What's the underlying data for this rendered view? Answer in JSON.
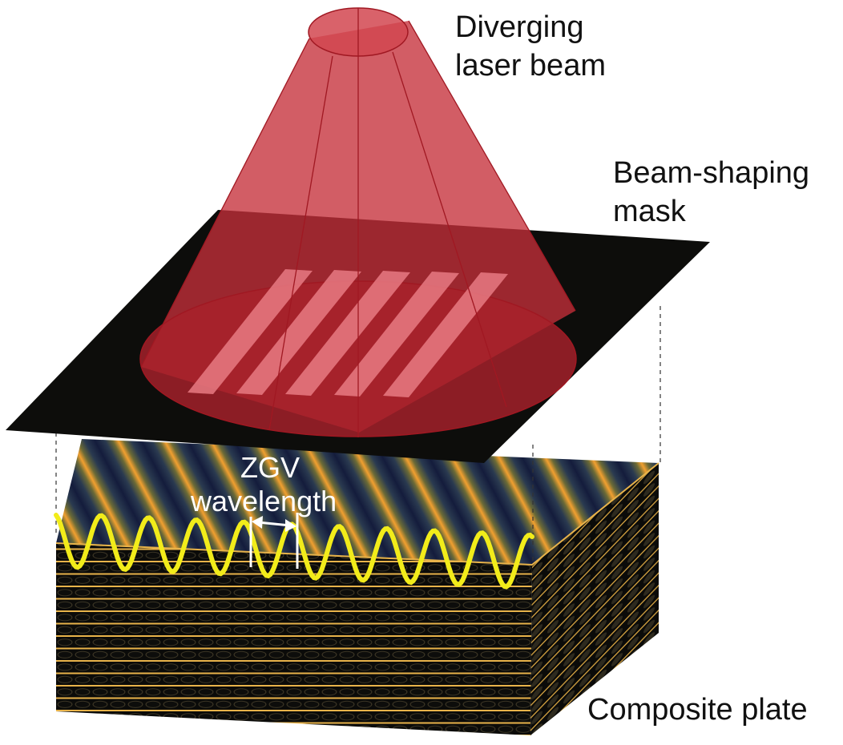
{
  "labels": {
    "beam_line1": "Diverging",
    "beam_line2": "laser beam",
    "mask_line1": "Beam-shaping",
    "mask_line2": "mask",
    "wave_line1": "ZGV",
    "wave_line2": "wavelength",
    "plate": "Composite plate"
  },
  "colors": {
    "beam_fill": "#c5303a",
    "beam_edge": "#a01822",
    "mask": "#0d0d0b",
    "slit": "#e77a82",
    "wave_curve": "#f2ec1a",
    "stripe_bright": "#f2a030",
    "stripe_dark": "#141c3c",
    "plate_side": "#0b0b09",
    "fiber": "#e8b34a"
  },
  "icons": {
    "wavelength_marker": "double-arrow-icon"
  },
  "counts": {
    "mask_slits": 5
  }
}
